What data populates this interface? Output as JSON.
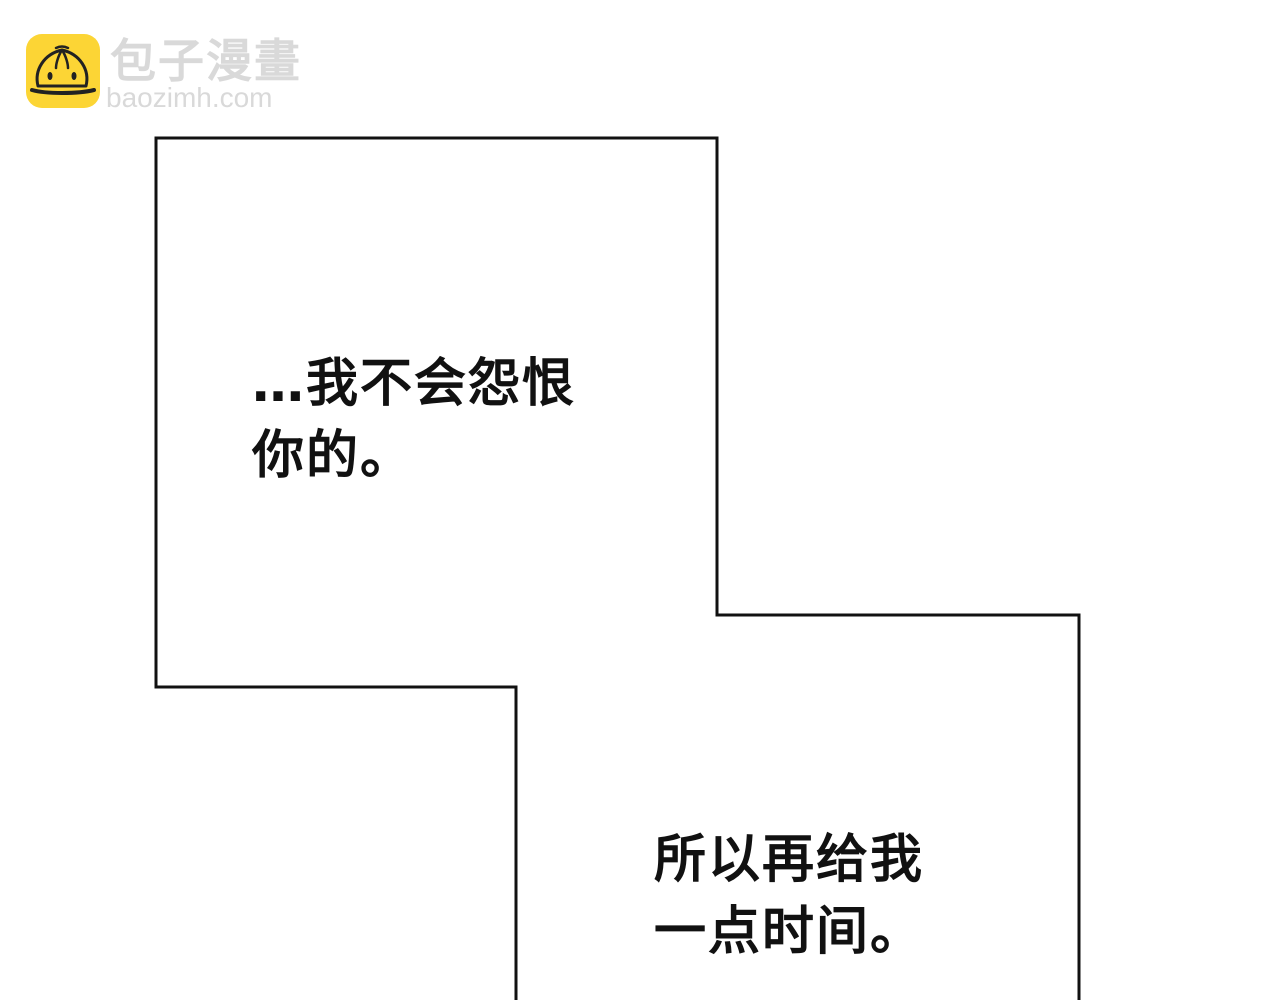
{
  "watermark": {
    "title": "包子漫畫",
    "url": "baozimh.com",
    "icon": "steamed-bun-icon",
    "icon_bg_color": "#FCD535",
    "text_color": "#D9D9D9"
  },
  "panels": {
    "border_color": "#111111",
    "background": "#FFFFFF"
  },
  "dialogue": [
    {
      "lines": [
        "…我不会怨恨",
        "你的。"
      ]
    },
    {
      "lines": [
        "所以再给我",
        "一点时间。"
      ]
    }
  ]
}
